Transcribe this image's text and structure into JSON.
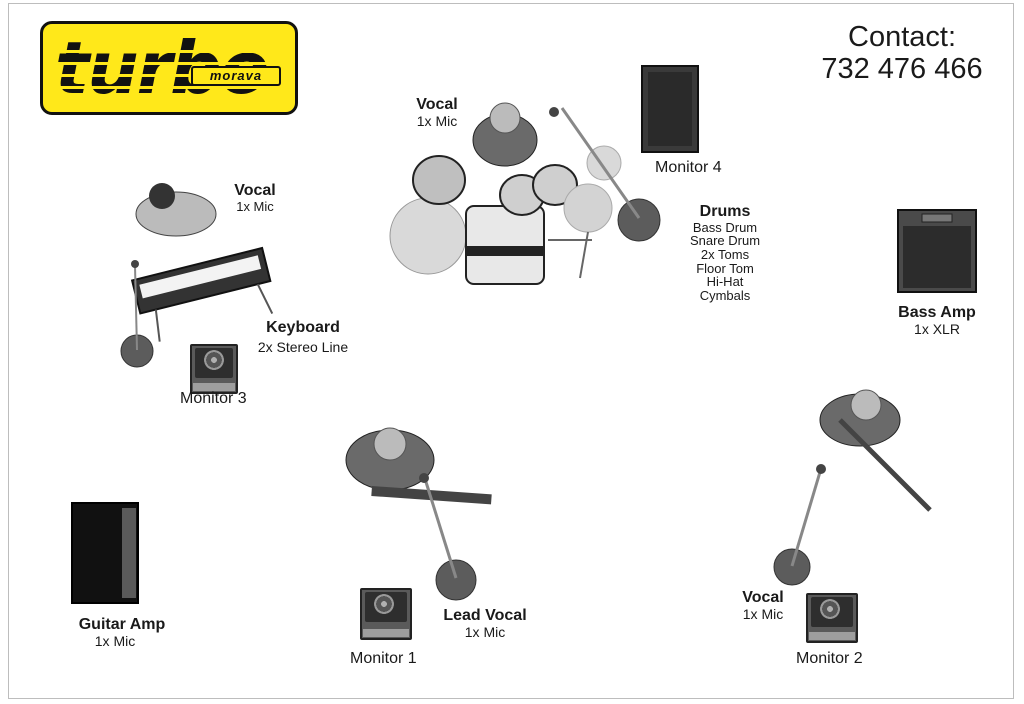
{
  "title": "",
  "logo": {
    "main": "turbo",
    "sub": "morava"
  },
  "contact": {
    "label": "Contact:",
    "phone": "732 476 466"
  },
  "stations": {
    "drums_vocal": {
      "title": "Vocal",
      "detail": "1x Mic"
    },
    "keys_vocal": {
      "title": "Vocal",
      "detail": "1x Mic"
    },
    "keyboard": {
      "title": "Keyboard",
      "detail": "2x Stereo Line"
    },
    "drums": {
      "title": "Drums",
      "items": [
        "Bass Drum",
        "Snare Drum",
        "2x Toms",
        "Floor Tom",
        "Hi-Hat",
        "Cymbals"
      ]
    },
    "bass_amp": {
      "title": "Bass Amp",
      "detail": "1x XLR"
    },
    "guitar_amp": {
      "title": "Guitar Amp",
      "detail": "1x Mic"
    },
    "lead_vocal": {
      "title": "Lead Vocal",
      "detail": "1x Mic"
    },
    "bass_vocal": {
      "title": "Vocal",
      "detail": "1x Mic"
    }
  },
  "monitors": {
    "m1": "Monitor 1",
    "m2": "Monitor 2",
    "m3": "Monitor 3",
    "m4": "Monitor 4"
  },
  "colors": {
    "logo_bg": "#ffe81a",
    "ink": "#111111",
    "equipment": "#5a5a5a"
  }
}
